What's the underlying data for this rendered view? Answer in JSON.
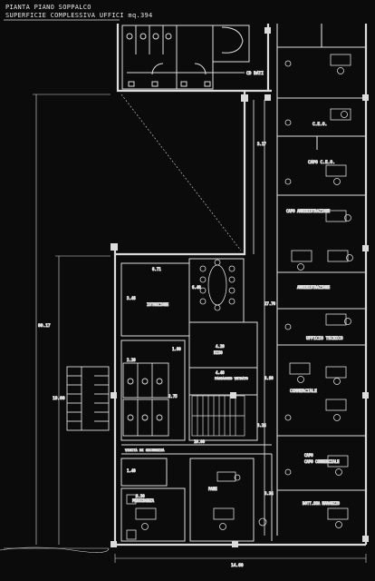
{
  "header": {
    "title": "PIANTA PIANO SOPPALCO",
    "subtitle": "SUPERFICIE COMPLESSIVA UFFICI mq.394"
  },
  "rooms": {
    "cedtati": "CD DATI",
    "ceo": "C.E.O.",
    "capo_ceo": "CAPO C.E.O.",
    "capo_amm": "CAPO AMMINISTRAZIONE",
    "amministrazione": "AMMINISTRAZIONE",
    "ufficio_tecnico": "UFFICIO TECNICO",
    "commerciale": "COMMERCIALE",
    "capo_commerciale": "CAPO COMMERCIALE",
    "dott": "DOTT.SSA MARANZZO",
    "istruzione": "ISTRUZIONE",
    "riso": "RISO",
    "passaggio": "PASSAGGIO VETRATO",
    "visita": "VISITA DI SICUREZZA",
    "presidenza": "PRESIDENZA",
    "pane": "PANE"
  },
  "dims": {
    "d_vert_left": "80.17",
    "d_vert_mid": "19.00",
    "d_bottom": "14.60",
    "d_corr_a": "3.17",
    "d_corr_b": "27.70",
    "d_corr_c": "3.24",
    "d_corr_d": "3.34",
    "d_corr_e": "8.90",
    "d_area_a": "6.71",
    "d_area_b": "3.46",
    "d_area_c": "6.40",
    "d_area_d": "1.00",
    "d_area_e": "4.20",
    "d_area_f": "4.40",
    "d_area_g": "10.00",
    "d_area_h": "2.20",
    "d_area_i": "6.30",
    "d_area_j": "1.40",
    "d_area_k": "2.75"
  }
}
